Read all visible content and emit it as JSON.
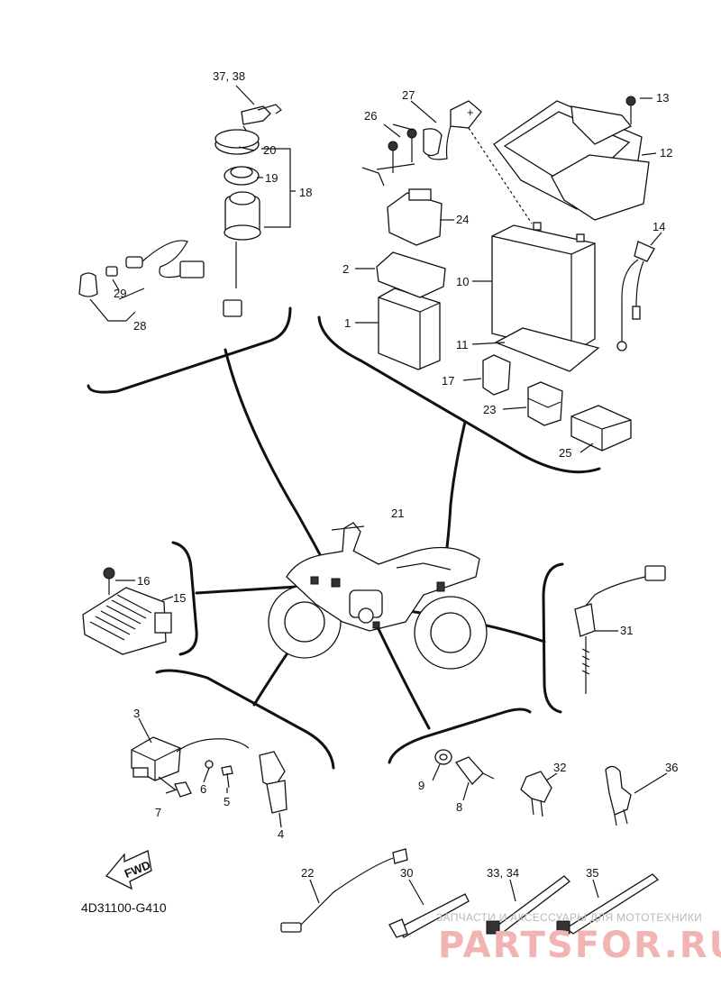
{
  "diagram": {
    "drawing_code": "4D31100-G410",
    "fwd_label": "FWD",
    "callouts": {
      "c1": "1",
      "c2": "2",
      "c3": "3",
      "c4": "4",
      "c5": "5",
      "c6": "6",
      "c7": "7",
      "c8": "8",
      "c9": "9",
      "c10": "10",
      "c11": "11",
      "c12": "12",
      "c13": "13",
      "c14": "14",
      "c15": "15",
      "c16": "16",
      "c17": "17",
      "c18": "18",
      "c19": "19",
      "c20": "20",
      "c21": "21",
      "c22": "22",
      "c23": "23",
      "c24": "24",
      "c25": "25",
      "c26": "26",
      "c27": "27",
      "c28": "28",
      "c29": "29",
      "c30": "30",
      "c31": "31",
      "c32": "32",
      "c33_34": "33, 34",
      "c35": "35",
      "c36": "36",
      "c37_38": "37, 38"
    },
    "battery_mark": "+"
  },
  "watermark": {
    "tagline": "ЗАПЧАСТИ И АКСЕССУАРЫ ДЛЯ МОТОТЕХНИКИ",
    "brand": "PARTSFOR.RU"
  }
}
